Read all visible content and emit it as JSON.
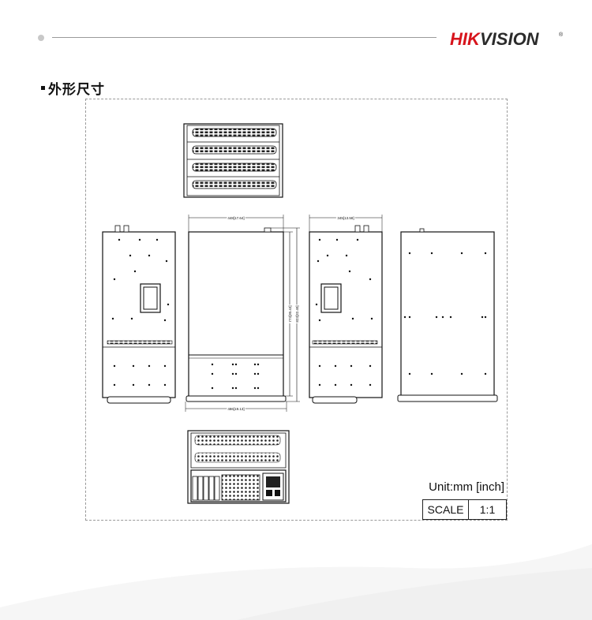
{
  "brand": {
    "logo_text": "HIKVISION",
    "logo_hik": "HIK",
    "logo_vision": "VISION",
    "registered_mark": "®",
    "accent_color": "#d7141c"
  },
  "section": {
    "title": "外形尺寸"
  },
  "dimensions": {
    "top_width": "448[17.64]",
    "bottom_width": "486[19.13]",
    "height_inner": "773[30.43]",
    "height_outer": "823[32.40]",
    "side_depth": "345[13.58]"
  },
  "legend": {
    "unit": "Unit:mm [inch]",
    "scale_label": "SCALE",
    "scale_value": "1:1"
  }
}
